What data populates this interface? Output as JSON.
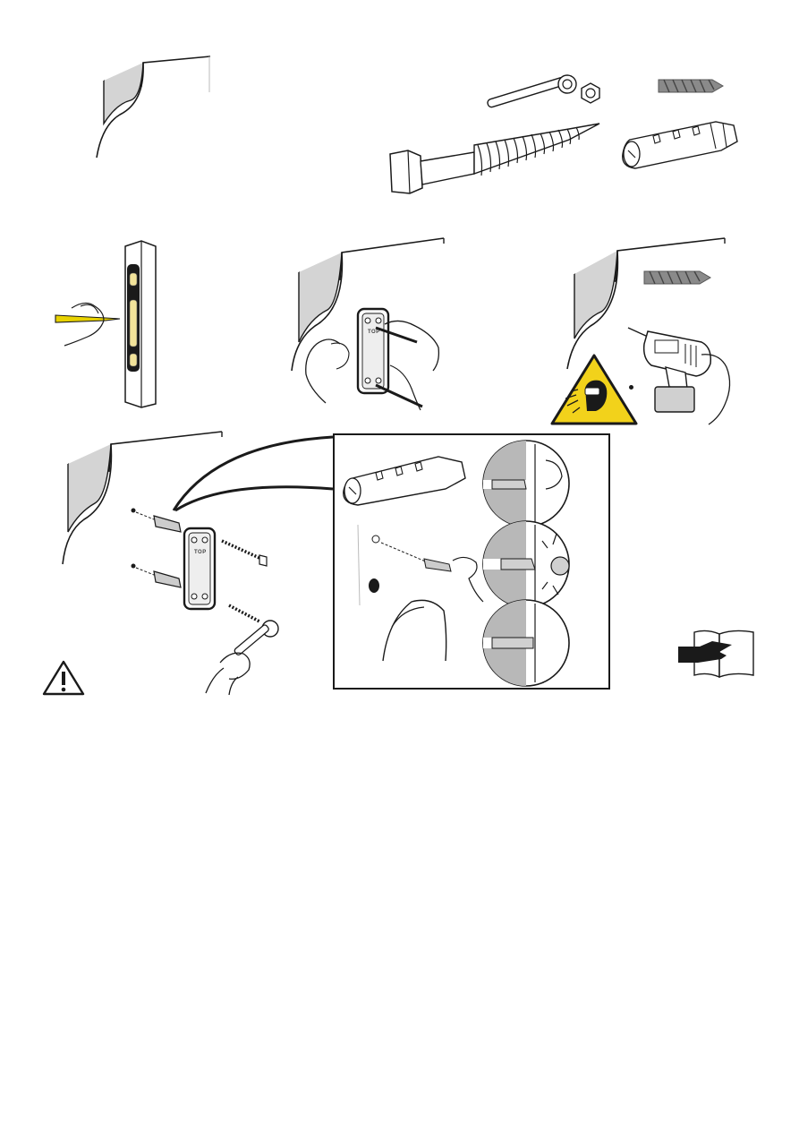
{
  "document": {
    "type": "installation-instructions-page",
    "plates": [
      {
        "label": "TOP"
      },
      {
        "label": "TOP"
      }
    ]
  },
  "colors": {
    "line": "#1a1a1a",
    "wall_shade": "#cfcfcf",
    "warning_yellow": "#f2d21b",
    "pencil_yellow": "#e8d200",
    "drill_bit_gray": "#8a8a8a"
  },
  "icons": [
    "wall-corner-icon",
    "socket-wrench-icon",
    "hex-nut-icon",
    "drill-bit-icon",
    "lag-screw-icon",
    "wall-plug-icon",
    "spirit-level-icon",
    "pencil-icon",
    "mounting-plate-icon",
    "power-drill-icon",
    "safety-goggles-warning-icon",
    "caution-triangle-icon",
    "hammer-icon",
    "read-manual-icon"
  ]
}
